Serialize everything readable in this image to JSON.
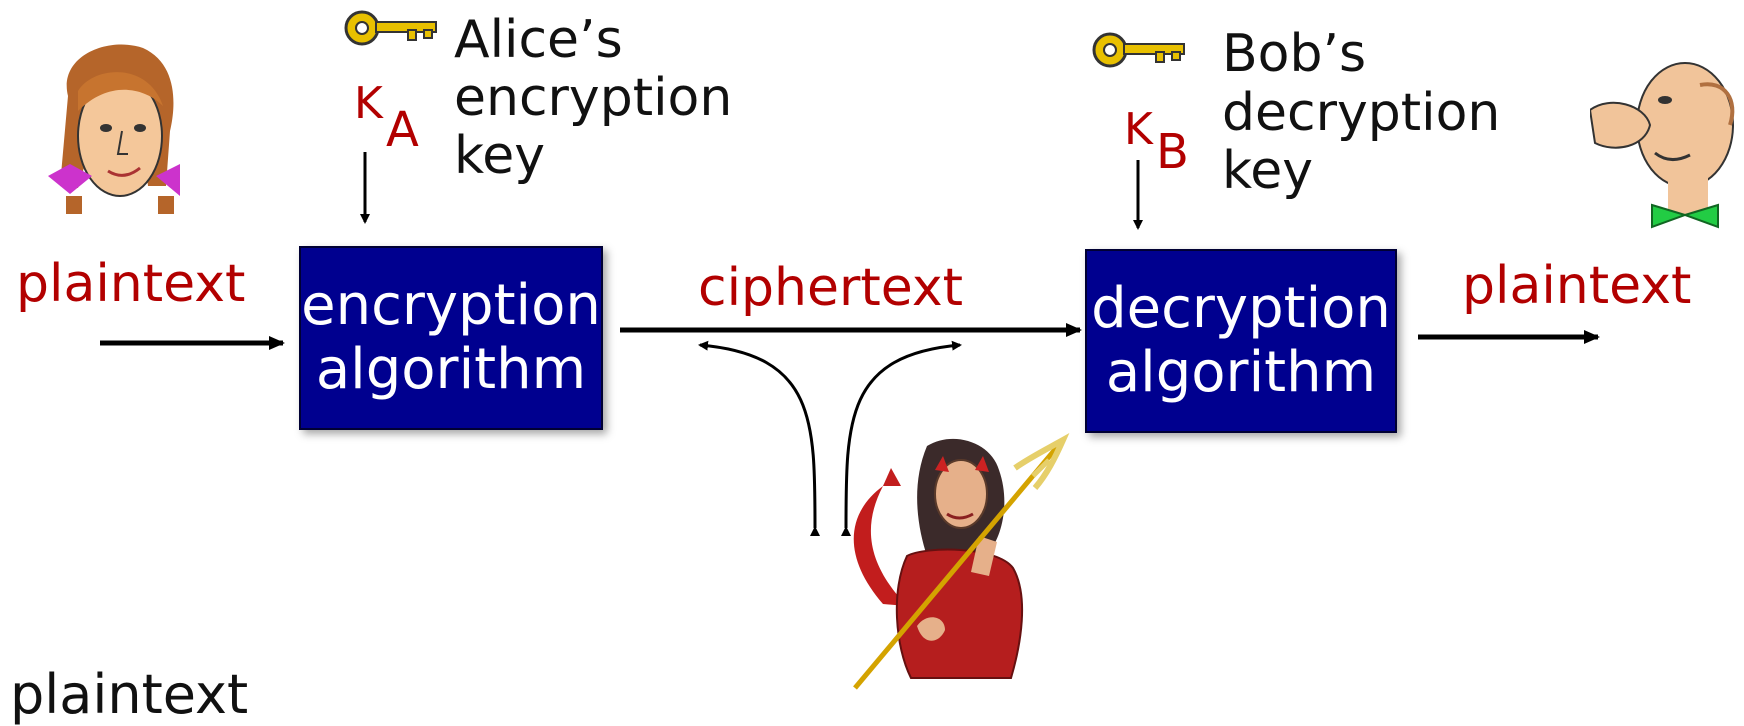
{
  "alice_key_label": [
    "Alice’s",
    "encryption",
    "key"
  ],
  "bob_key_label": [
    "Bob’s",
    "decryption",
    "key"
  ],
  "key_a": {
    "symbol": "K",
    "subscript": "A"
  },
  "key_b": {
    "symbol": "K",
    "subscript": "B"
  },
  "plaintext_left": "plaintext",
  "plaintext_right": "plaintext",
  "ciphertext": "ciphertext",
  "encryption_box": [
    "encryption",
    "algorithm"
  ],
  "decryption_box": [
    "decryption",
    "algorithm"
  ],
  "bottom_partial_text": "plaintext",
  "colors": {
    "box_fill": "#00008f",
    "red_text": "#b20000",
    "key_gold": "#e8c000"
  },
  "icons": [
    "alice-icon",
    "bob-icon",
    "trudy-icon",
    "key-icon"
  ]
}
